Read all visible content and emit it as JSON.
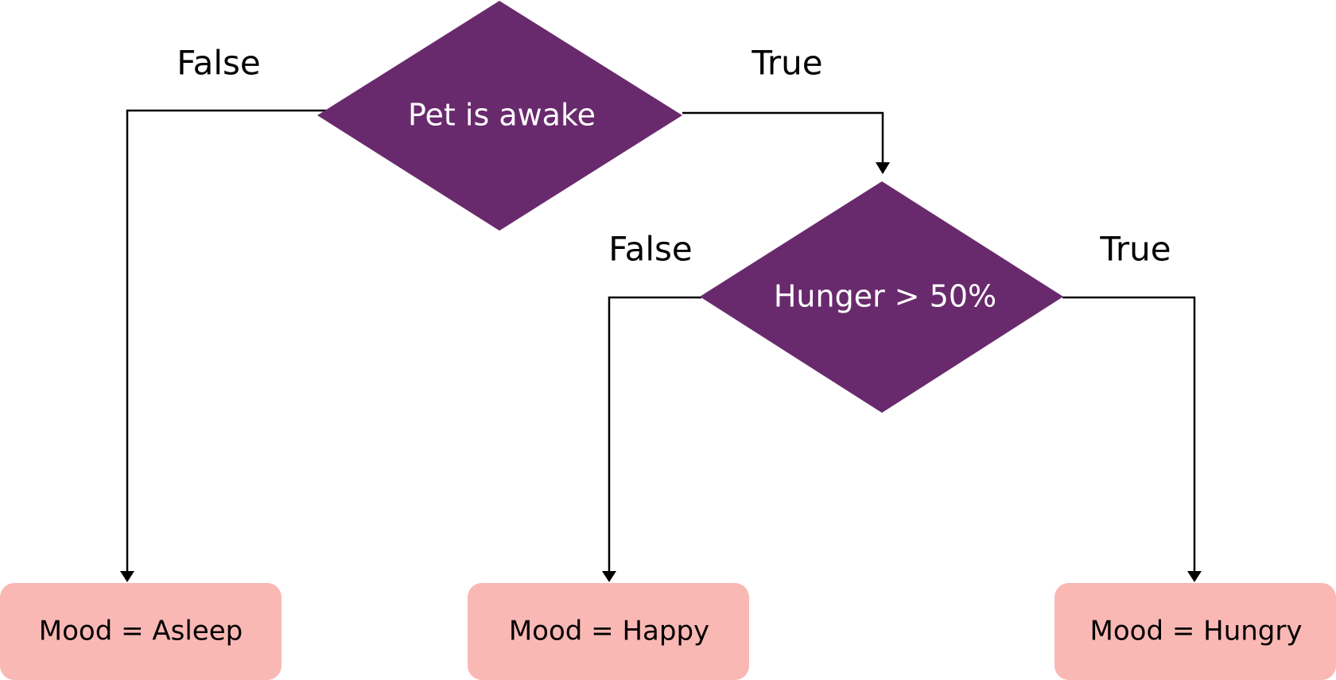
{
  "colors": {
    "decision_fill": "#692A6D",
    "outcome_fill": "#FAB8B4",
    "connector": "#000000"
  },
  "decisions": {
    "pet_awake": {
      "label": "Pet is awake"
    },
    "hunger": {
      "label": "Hunger > 50%"
    }
  },
  "branches": {
    "pet_awake_false": "False",
    "pet_awake_true": "True",
    "hunger_false": "False",
    "hunger_true": "True"
  },
  "outcomes": {
    "asleep": "Mood = Asleep",
    "happy": "Mood = Happy",
    "hungry": "Mood = Hungry"
  }
}
